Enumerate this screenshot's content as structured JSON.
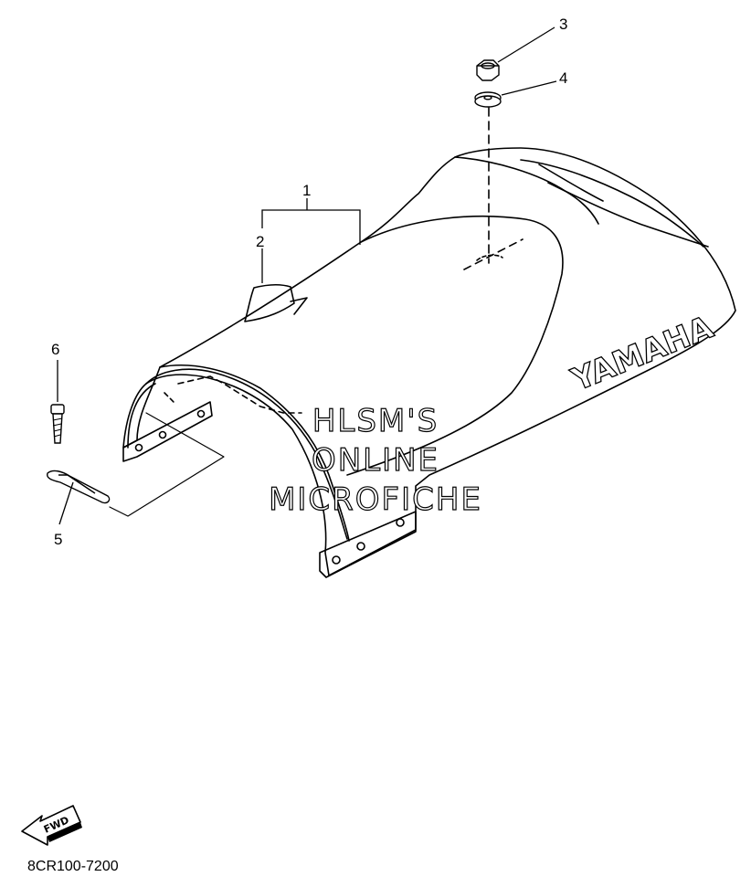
{
  "callouts": [
    {
      "id": "1",
      "label": "1"
    },
    {
      "id": "2",
      "label": "2"
    },
    {
      "id": "3",
      "label": "3"
    },
    {
      "id": "4",
      "label": "4"
    },
    {
      "id": "5",
      "label": "5"
    },
    {
      "id": "6",
      "label": "6"
    }
  ],
  "part_code": "8CR100-7200",
  "brand_logo": "YAMAHA",
  "fwd_label": "FWD",
  "watermark": {
    "line1": "HLSM'S",
    "line2": "ONLINE",
    "line3": "MICROFICHE"
  }
}
